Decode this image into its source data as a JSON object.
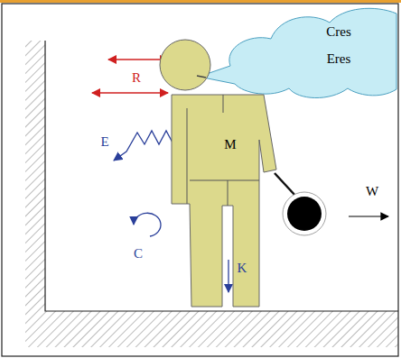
{
  "diagram": {
    "nodes": [
      {
        "text": [
          "Cres",
          "Eres"
        ]
      },
      {
        "text": [
          "M"
        ]
      }
    ],
    "labels": [
      "R",
      "E",
      "C",
      "K",
      "W"
    ]
  }
}
